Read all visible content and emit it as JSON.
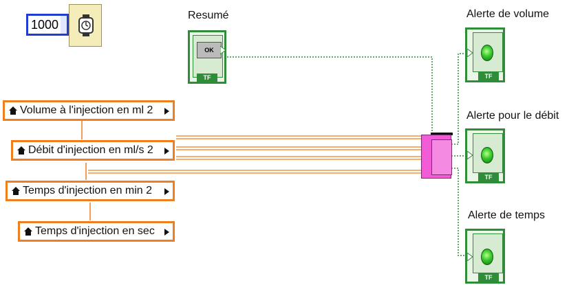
{
  "constant": {
    "value": "1000"
  },
  "resume": {
    "label": "Resumé",
    "button_text": "OK",
    "tag": "TF"
  },
  "references": [
    {
      "label": "Volume à l'injection en ml 2"
    },
    {
      "label": "Débit d'injection en ml/s 2"
    },
    {
      "label": "Temps d'injection en min 2"
    },
    {
      "label": "Temps d'injection en sec"
    }
  ],
  "indicators": [
    {
      "label": "Alerte de volume",
      "tag": "TF"
    },
    {
      "label": "Alerte pour le débit",
      "tag": "TF"
    },
    {
      "label": "Alerte de temps",
      "tag": "TF"
    }
  ],
  "colors": {
    "numeric_wire": "#f07e1c",
    "boolean_wire": "#2f8d3a",
    "constant_border": "#1f3ecf",
    "subvi_fill": "#f25bd6"
  }
}
